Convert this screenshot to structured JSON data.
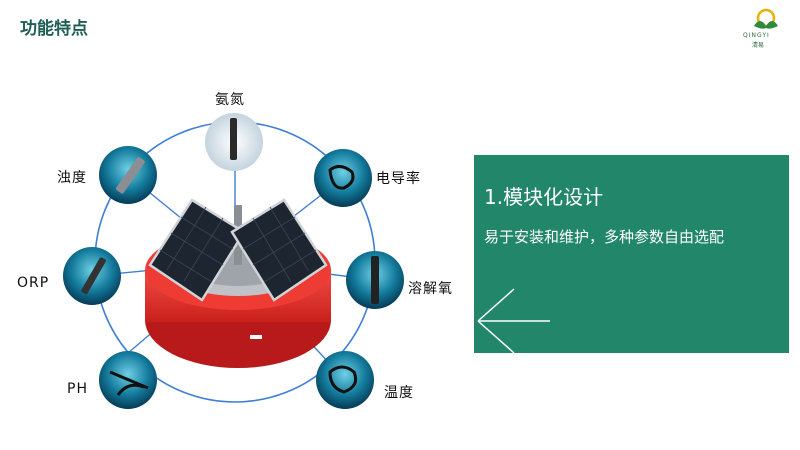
{
  "header": {
    "title": "功能特点"
  },
  "logo": {
    "text": "QINGYI",
    "sub": "清易"
  },
  "sensors": {
    "ammonia": "氨氮",
    "conductivity": "电导率",
    "dissolved_oxygen": "溶解氧",
    "temperature": "温度",
    "ph": "PH",
    "orp": "ORP",
    "turbidity": "浊度"
  },
  "feature": {
    "title": "1.模块化设计",
    "description": "易于安装和维护，多种参数自由选配"
  },
  "colors": {
    "accent": "#22876a",
    "title": "#1f5e54",
    "buoy": "#e8302c",
    "ring": "#3f7fd6"
  }
}
